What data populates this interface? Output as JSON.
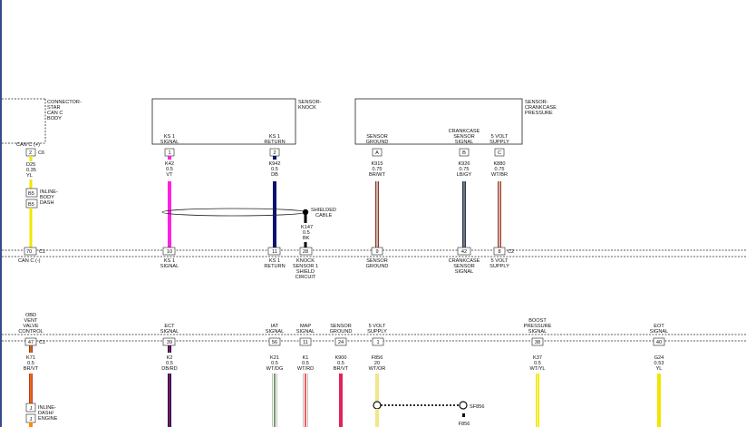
{
  "components": {
    "connector_star": [
      "CONNECTOR-",
      "STAR",
      "CAN C",
      "BODY"
    ],
    "knock_sensor": [
      "SENSOR-",
      "KNOCK"
    ],
    "crankcase_pressure_sensor": [
      "SENSOR-",
      "CRANKCASE",
      "PRESSURE"
    ]
  },
  "connectors": {
    "c1": "C1",
    "c2": "C2",
    "c6": "C6",
    "inline_body_dash": [
      "INLINE-",
      "BODY",
      "DASH"
    ],
    "inline_dash_engine": [
      "INLINE-",
      "DASH/",
      "ENGINE"
    ]
  },
  "top_section": {
    "can_c_plus": "CAN C (+)",
    "can_c_minus": "CAN C (-)",
    "can_c_pins": {
      "star": "2",
      "b5a": "B5",
      "b5b": "B5",
      "c1": "70"
    },
    "wire_d25": [
      "D25",
      "0.35",
      "YL"
    ],
    "ks1_signal": {
      "label": [
        "KS 1",
        "SIGNAL"
      ],
      "top_pin": "1",
      "bottom_pin": "10",
      "wire": [
        "K42",
        "0.5",
        "VT"
      ]
    },
    "ks1_return": {
      "label": [
        "KS 1",
        "RETURN"
      ],
      "top_pin": "2",
      "bottom_pin": "11",
      "wire": [
        "K942",
        "0.5",
        "DB"
      ]
    },
    "shielded_cable": [
      "SHIELDED",
      "CABLE"
    ],
    "shield_circuit": {
      "wire": [
        "K147",
        "0.5",
        "BK"
      ],
      "pin": "28",
      "label": [
        "KNOCK",
        "SENSOR 1",
        "SHIELD",
        "CIRCUIT"
      ]
    },
    "sensor_ground": {
      "label": [
        "SENSOR",
        "GROUND"
      ],
      "top_pin": "A",
      "bottom_pin": "9",
      "wire": [
        "K915",
        "0.75",
        "BR/WT"
      ]
    },
    "crankcase_signal": {
      "label": [
        "CRANKCASE",
        "SENSOR",
        "SIGNAL"
      ],
      "top_pin": "B",
      "bottom_pin": "42",
      "wire": [
        "K926",
        "0.75",
        "LB/GY"
      ]
    },
    "five_volt_supply": {
      "label": [
        "5 VOLT",
        "SUPPLY"
      ],
      "top_pin": "C",
      "bottom_pin": "8",
      "wire": [
        "K880",
        "0.75",
        "WT/BR"
      ]
    }
  },
  "bottom_section": {
    "obd_vent": {
      "label": [
        "OBD",
        "VENT",
        "VALVE",
        "CONTROL"
      ],
      "pin": "47",
      "wire": [
        "K71",
        "0.5",
        "BR/VT"
      ],
      "inline_pins": [
        "J",
        "J"
      ]
    },
    "ect": {
      "label": [
        "ECT",
        "SIGNAL"
      ],
      "pin": "39",
      "wire": [
        "K2",
        "0.5",
        "DB/RD"
      ]
    },
    "iat": {
      "label": [
        "IAT",
        "SIGNAL"
      ],
      "pin": "56",
      "wire": [
        "K21",
        "0.5",
        "WT/DG"
      ]
    },
    "map": {
      "label": [
        "MAP",
        "SIGNAL"
      ],
      "pin": "11",
      "wire": [
        "K1",
        "0.5",
        "WT/RD"
      ]
    },
    "sensor_ground": {
      "label": [
        "SENSOR",
        "GROUND"
      ],
      "pin": "24",
      "wire": [
        "K900",
        "0.5",
        "BR/VT"
      ]
    },
    "five_volt": {
      "label": [
        "5 VOLT",
        "SUPPLY"
      ],
      "pin": "1",
      "wire": [
        "F856",
        "20",
        "WT/OR"
      ]
    },
    "splice": {
      "name": "SF856",
      "wire": "F856"
    },
    "boost_pressure": {
      "label": [
        "BOOST",
        "PRESSURE",
        "SIGNAL"
      ],
      "pin": "38",
      "wire": [
        "K37",
        "0.5",
        "WT/YL"
      ]
    },
    "eot": {
      "label": [
        "EOT",
        "SIGNAL"
      ],
      "pin": "40",
      "wire": [
        "G24",
        "0.53",
        "YL"
      ]
    }
  },
  "colors": {
    "YL": "#f2e600",
    "VT": "#ff22dd",
    "DB": "#0b1370",
    "BK": "#000000",
    "BR": "#8b3a2a",
    "RD": "#e31a1c",
    "LB": "#6b8fb8",
    "GY": "#8a8a8a",
    "WT": "#ffffff",
    "OR": "#ff8c00",
    "DG": "#3b6e2a"
  }
}
